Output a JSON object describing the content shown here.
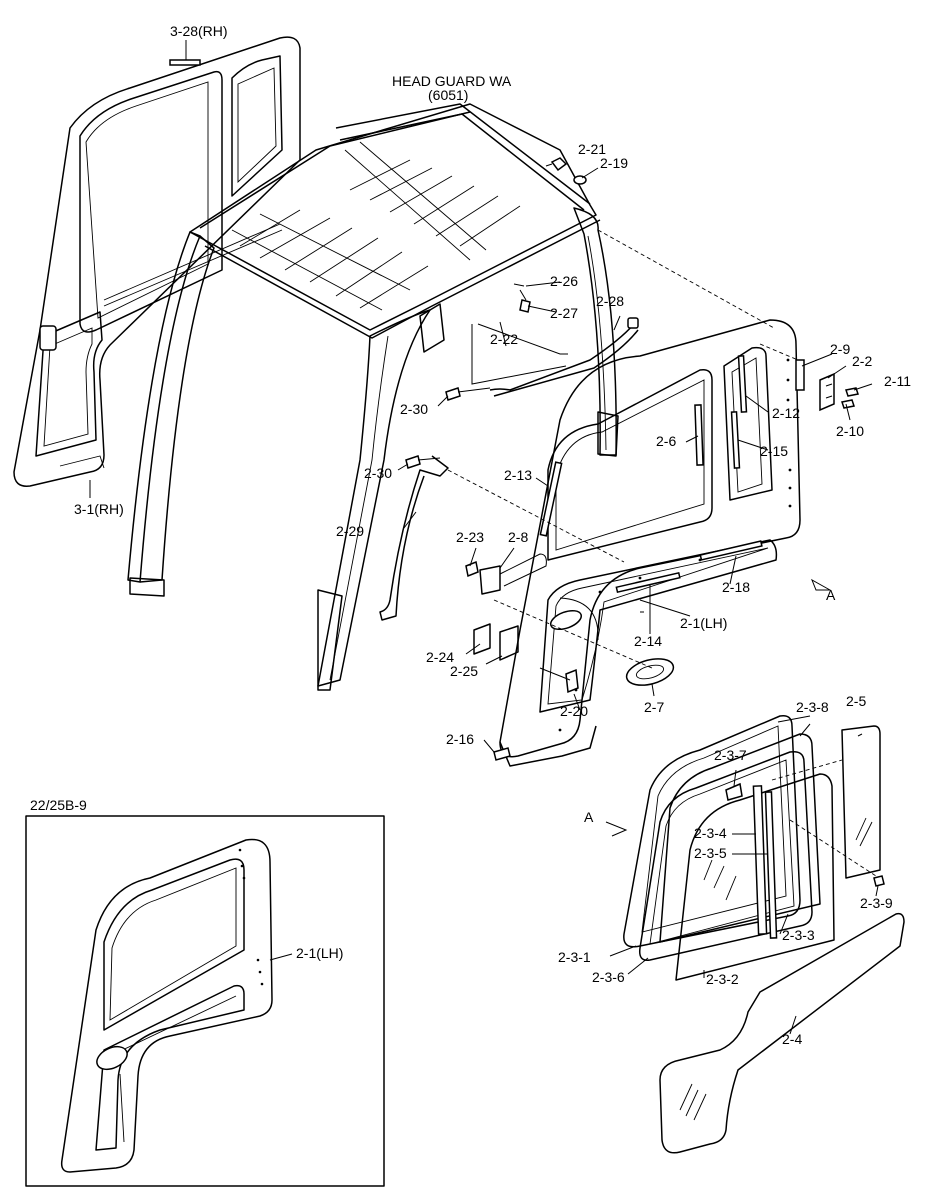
{
  "assembly": {
    "title_line1": "HEAD GUARD WA",
    "title_line2": "(6051)",
    "view_marker": "A"
  },
  "inset": {
    "caption": "22/25B-9",
    "part_label": "2-1(LH)"
  },
  "labels": {
    "p3_28_rh": "3-28(RH)",
    "p3_1_rh": "3-1(RH)",
    "p2_21": "2-21",
    "p2_19": "2-19",
    "p2_26": "2-26",
    "p2_27": "2-27",
    "p2_28": "2-28",
    "p2_22": "2-22",
    "p2_9": "2-9",
    "p2_2": "2-2",
    "p2_11": "2-11",
    "p2_10": "2-10",
    "p2_12": "2-12",
    "p2_15": "2-15",
    "p2_6": "2-6",
    "p2_30a": "2-30",
    "p2_30b": "2-30",
    "p2_13": "2-13",
    "p2_29": "2-29",
    "p2_23": "2-23",
    "p2_8": "2-8",
    "p2_18": "2-18",
    "p2_1_lh": "2-1(LH)",
    "p2_14": "2-14",
    "p2_24": "2-24",
    "p2_25": "2-25",
    "p2_20": "2-20",
    "p2_7": "2-7",
    "p2_16": "2-16",
    "p2_3_8": "2-3-8",
    "p2_5": "2-5",
    "p2_3_7": "2-3-7",
    "p2_3_4": "2-3-4",
    "p2_3_5": "2-3-5",
    "p2_3_9": "2-3-9",
    "p2_3_1": "2-3-1",
    "p2_3_3": "2-3-3",
    "p2_3_6": "2-3-6",
    "p2_3_2": "2-3-2",
    "p2_4": "2-4"
  }
}
